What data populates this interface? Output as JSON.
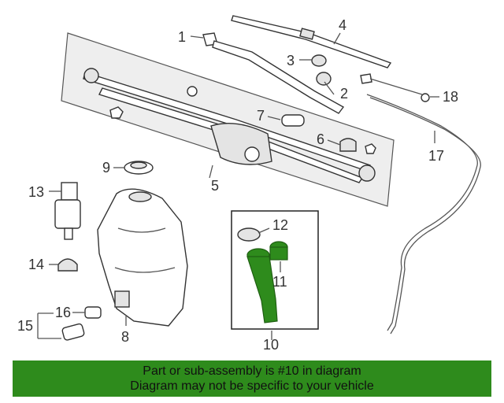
{
  "callouts": [
    "1",
    "2",
    "3",
    "4",
    "5",
    "6",
    "7",
    "8",
    "9",
    "10",
    "11",
    "12",
    "13",
    "14",
    "15",
    "16",
    "17",
    "18"
  ],
  "banner": {
    "line1": "Part or sub-assembly is #10 in diagram",
    "line2": "Diagram may not be specific to your vehicle"
  },
  "colors": {
    "highlight": "#2e8b1c",
    "banner_background": "#2e8b1c",
    "line_art": "#333333"
  }
}
